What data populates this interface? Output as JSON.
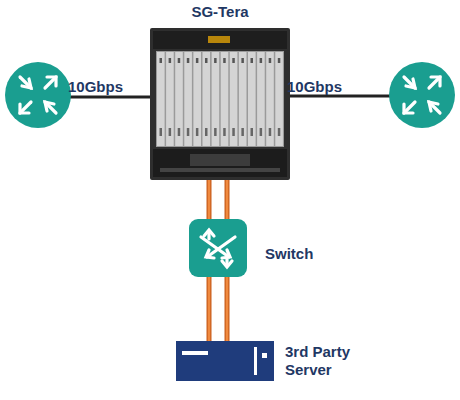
{
  "diagram": {
    "nodes": [
      {
        "text": [
          "SG-Tera"
        ]
      },
      {
        "text": [
          "Switch"
        ]
      },
      {
        "text": [
          "3rd Party Server"
        ]
      }
    ],
    "edges": [
      {
        "from": 0,
        "to": 1,
        "arrow": "none"
      },
      {
        "from": 0,
        "to": 1,
        "arrow": "none"
      },
      {
        "from": 1,
        "to": 2,
        "arrow": "none"
      },
      {
        "from": 1,
        "to": 2,
        "arrow": "none"
      }
    ],
    "labels": [
      "10Gbps",
      "10Gbps"
    ]
  }
}
